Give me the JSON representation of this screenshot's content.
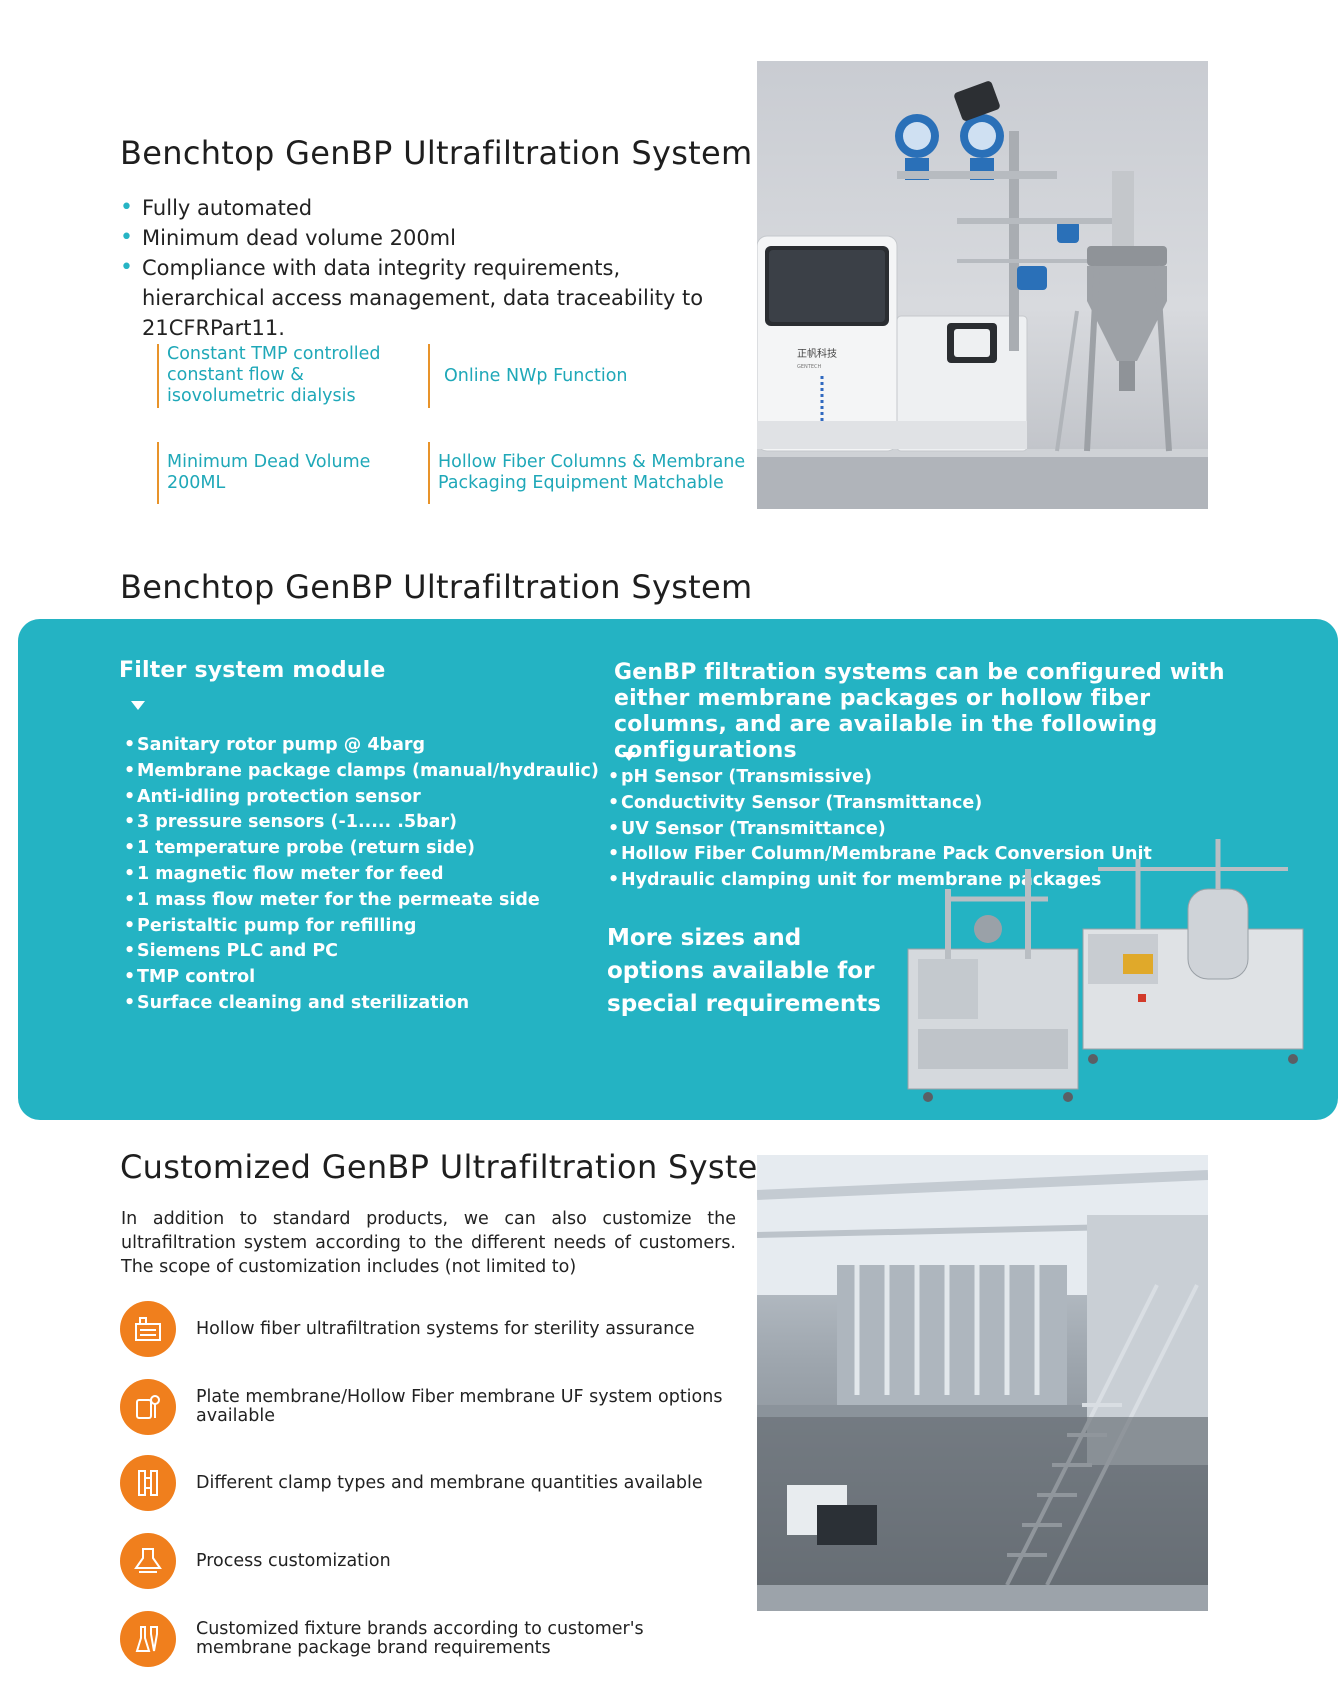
{
  "section1": {
    "title": "Benchtop GenBP Ultrafiltration System",
    "bullets": [
      "Fully automated",
      "Minimum dead volume 200ml",
      "Compliance with data integrity requirements, hierarchical access management, data traceability to 21CFRPart11."
    ],
    "features": [
      "Constant TMP controlled constant flow & isovolumetric  dialysis",
      "Online NWp Function",
      "Minimum Dead Volume 200ML",
      "Hollow Fiber Columns & Membrane Packaging Equipment Matchable"
    ],
    "brand_text": "正帆科技",
    "brand_sub": "GENTECH"
  },
  "section2": {
    "title": "Benchtop GenBP Ultrafiltration System",
    "left_heading": "Filter system module",
    "left_items": [
      "Sanitary rotor pump @ 4barg",
      "Membrane package clamps (manual/hydraulic)",
      "Anti-idling protection sensor",
      "3 pressure sensors (-1..... .5bar)",
      "1 temperature probe (return side)",
      "1 magnetic flow meter for feed",
      "1 mass flow meter for the permeate side",
      "Peristaltic pump for refilling",
      "Siemens PLC and PC",
      "TMP control",
      "Surface cleaning and sterilization"
    ],
    "right_heading": "GenBP filtration systems can be configured with either membrane packages or hollow fiber columns, and are available in the following configurations",
    "right_items": [
      "pH Sensor (Transmissive)",
      "Conductivity Sensor (Transmittance)",
      "UV Sensor (Transmittance)",
      "Hollow Fiber Column/Membrane Pack Conversion Unit",
      "Hydraulic clamping unit for membrane packages"
    ],
    "more_text": "More sizes and options available for special requirements",
    "panel_color": "#24b3c3"
  },
  "section3": {
    "title": "Customized GenBP Ultrafiltration Systems",
    "paragraph": "In addition to standard products, we can also customize the ultrafiltration system according to the different needs of customers. The scope of customization includes (not limited to)",
    "items": [
      {
        "icon": "equipment-icon",
        "text": "Hollow fiber ultrafiltration systems for sterility assurance"
      },
      {
        "icon": "membrane-options-icon",
        "text": "Plate membrane/Hollow Fiber membrane UF system options available"
      },
      {
        "icon": "clamp-icon",
        "text": "Different clamp types and membrane quantities available"
      },
      {
        "icon": "process-icon",
        "text": "Process customization"
      },
      {
        "icon": "fixture-icon",
        "text": "Customized fixture brands according to customer's membrane package brand requirements"
      }
    ],
    "icon_color": "#f07f1d"
  },
  "colors": {
    "accent_teal": "#27b4c4",
    "accent_orange": "#e8932a",
    "feature_text": "#1fa8b8"
  }
}
